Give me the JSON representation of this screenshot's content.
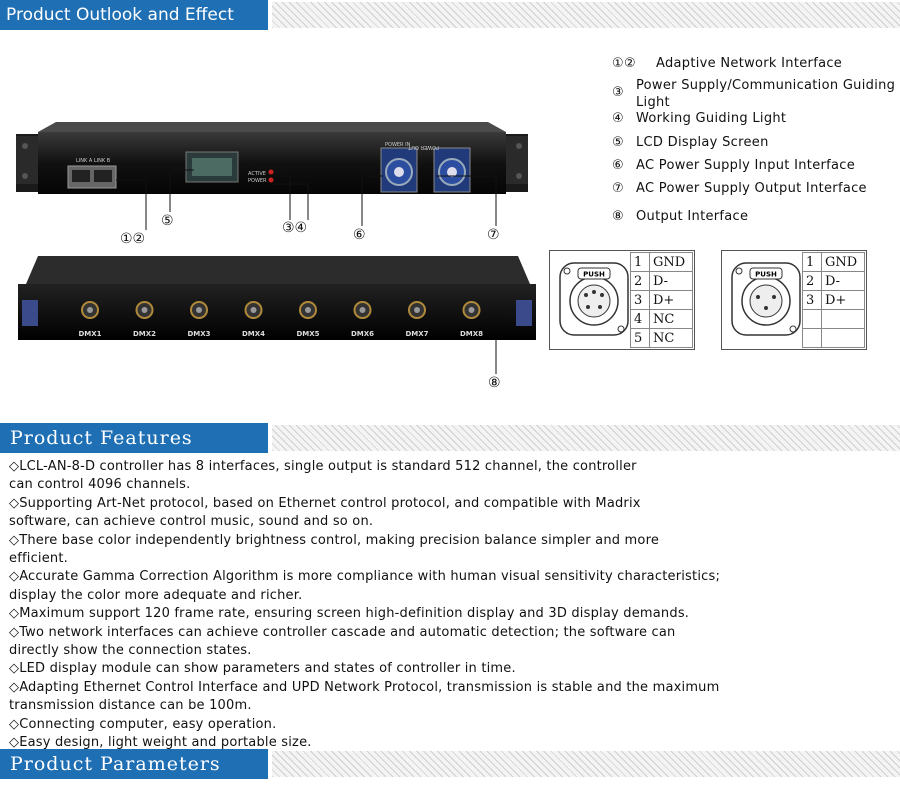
{
  "sections": {
    "outlook": "Product Outlook and Effect",
    "features": "Product Features",
    "parameters": "Product Parameters"
  },
  "device_top": {
    "link_label": "LINK A   LINK B",
    "active_label": "ACTIVE",
    "power_label": "POWER",
    "power_in": "POWER IN",
    "power_out": "POWER OUT"
  },
  "device_bottom": {
    "ports": [
      "DMX1",
      "DMX2",
      "DMX3",
      "DMX4",
      "DMX5",
      "DMX6",
      "DMX7",
      "DMX8"
    ]
  },
  "callouts": {
    "c12": "①②",
    "c5": "⑤",
    "c34": "③④",
    "c6": "⑥",
    "c7": "⑦",
    "c8": "⑧"
  },
  "legend": [
    {
      "num": "①②",
      "text": "Adaptive Network Interface"
    },
    {
      "num": "③",
      "text": "Power Supply/Communication Guiding Light"
    },
    {
      "num": "④",
      "text": "Working Guiding Light"
    },
    {
      "num": "⑤",
      "text": "LCD Display Screen"
    },
    {
      "num": "⑥",
      "text": "AC Power Supply Input Interface"
    },
    {
      "num": "⑦",
      "text": "AC Power Supply Output Interface"
    },
    {
      "num": "⑧",
      "text": "Output Interface"
    }
  ],
  "pinout5": {
    "push": "PUSH",
    "rows": [
      [
        "1",
        "GND"
      ],
      [
        "2",
        "D-"
      ],
      [
        "3",
        "D+"
      ],
      [
        "4",
        "NC"
      ],
      [
        "5",
        "NC"
      ]
    ]
  },
  "pinout3": {
    "push": "PUSH",
    "rows": [
      [
        "1",
        "GND"
      ],
      [
        "2",
        "D-"
      ],
      [
        "3",
        "D+"
      ]
    ]
  },
  "features": [
    "◇LCL-AN-8-D controller has 8 interfaces, single output is standard 512 channel, the controller",
    "can control 4096 channels.",
    "◇Supporting Art-Net protocol, based on Ethernet control protocol, and compatible with Madrix",
    "software, can achieve control music, sound and so on.",
    "◇There base color independently brightness control, making precision balance simpler and more",
    "efficient.",
    "◇Accurate Gamma Correction Algorithm is more compliance with human visual sensitivity characteristics;",
    "display the color more adequate and richer.",
    "◇Maximum support 120 frame rate, ensuring screen high-definition display and 3D display demands.",
    "◇Two network interfaces can achieve controller cascade and automatic detection; the software can",
    "directly show the connection states.",
    "◇LED display module can show parameters and states of controller in time.",
    "◇Adapting Ethernet Control Interface and UPD Network Protocol, transmission is stable and the maximum",
    "transmission distance can be 100m.",
    "◇Connecting computer, easy operation.",
    "◇Easy design, light weight and portable size."
  ]
}
